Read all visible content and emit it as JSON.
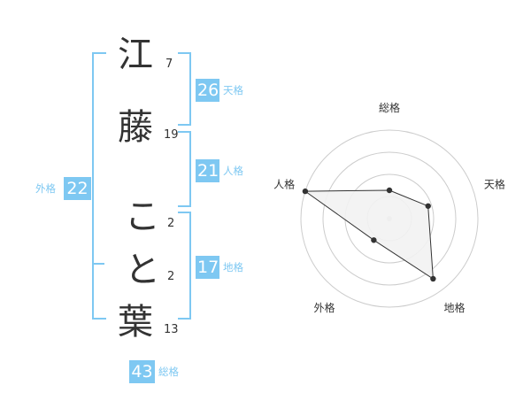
{
  "name": {
    "chars": [
      {
        "char": "江",
        "strokes": "7"
      },
      {
        "char": "藤",
        "strokes": "19"
      },
      {
        "char": "こ",
        "strokes": "2"
      },
      {
        "char": "と",
        "strokes": "2"
      },
      {
        "char": "葉",
        "strokes": "13"
      }
    ]
  },
  "fortunes": {
    "tenkaku": {
      "value": "26",
      "label": "天格"
    },
    "jinkaku": {
      "value": "21",
      "label": "人格"
    },
    "chikaku": {
      "value": "17",
      "label": "地格"
    },
    "gaikaku": {
      "value": "22",
      "label": "外格"
    },
    "soukaku": {
      "value": "43",
      "label": "総格"
    }
  },
  "colors": {
    "accent": "#7ec8f2",
    "text": "#333333",
    "grid": "#cccccc"
  },
  "chart_data": {
    "type": "radar",
    "categories": [
      "総格",
      "天格",
      "地格",
      "外格",
      "人格"
    ],
    "values": [
      1.6,
      2.3,
      4.2,
      1.5,
      5.0
    ],
    "max": 5,
    "rings": 4,
    "fill": "#f2f2f2"
  }
}
